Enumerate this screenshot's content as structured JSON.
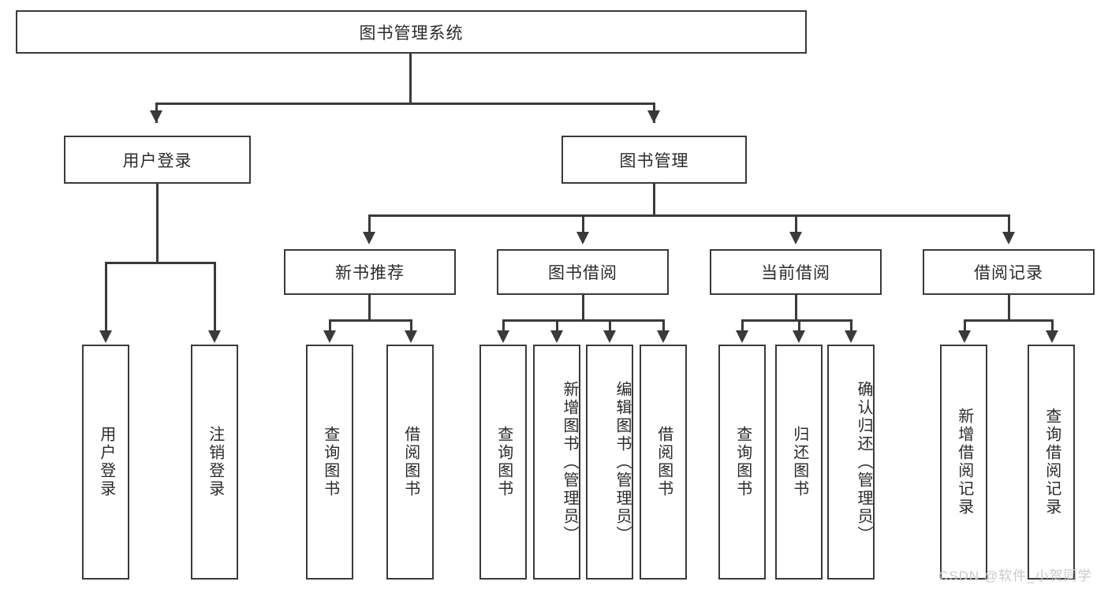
{
  "diagram": {
    "type": "tree",
    "title": "图书管理系统",
    "root": {
      "label": "图书管理系统"
    },
    "level1": [
      {
        "id": "user-login",
        "label": "用户登录"
      },
      {
        "id": "book-management",
        "label": "图书管理"
      }
    ],
    "level2": [
      {
        "id": "new-book-recommend",
        "label": "新书推荐",
        "parent": "book-management"
      },
      {
        "id": "book-borrow",
        "label": "图书借阅",
        "parent": "book-management"
      },
      {
        "id": "current-borrow",
        "label": "当前借阅",
        "parent": "book-management"
      },
      {
        "id": "borrow-record",
        "label": "借阅记录",
        "parent": "book-management"
      }
    ],
    "leaves": {
      "user-login": [
        {
          "id": "leaf-user-login",
          "label": "用户登录"
        },
        {
          "id": "leaf-logout-login",
          "label": "注销登录"
        }
      ],
      "new-book-recommend": [
        {
          "id": "leaf-query-book-1",
          "label": "查询图书"
        },
        {
          "id": "leaf-borrow-book-1",
          "label": "借阅图书"
        }
      ],
      "book-borrow": [
        {
          "id": "leaf-query-book-2",
          "label": "查询图书"
        },
        {
          "id": "leaf-add-book",
          "label": "新增图书（管理员）"
        },
        {
          "id": "leaf-edit-book",
          "label": "编辑图书（管理员）"
        },
        {
          "id": "leaf-borrow-book-2",
          "label": "借阅图书"
        }
      ],
      "current-borrow": [
        {
          "id": "leaf-query-book-3",
          "label": "查询图书"
        },
        {
          "id": "leaf-return-book",
          "label": "归还图书"
        },
        {
          "id": "leaf-confirm-return",
          "label": "确认归还（管理员）"
        }
      ],
      "borrow-record": [
        {
          "id": "leaf-add-record",
          "label": "新增借阅记录"
        },
        {
          "id": "leaf-query-record",
          "label": "查询借阅记录"
        }
      ]
    }
  },
  "watermark": {
    "text": "CSDN @软件_小贺同学"
  },
  "colors": {
    "border": "#3a3a3a",
    "background": "#ffffff",
    "text": "#2b2b2b",
    "watermark": "#c9c9c9"
  }
}
